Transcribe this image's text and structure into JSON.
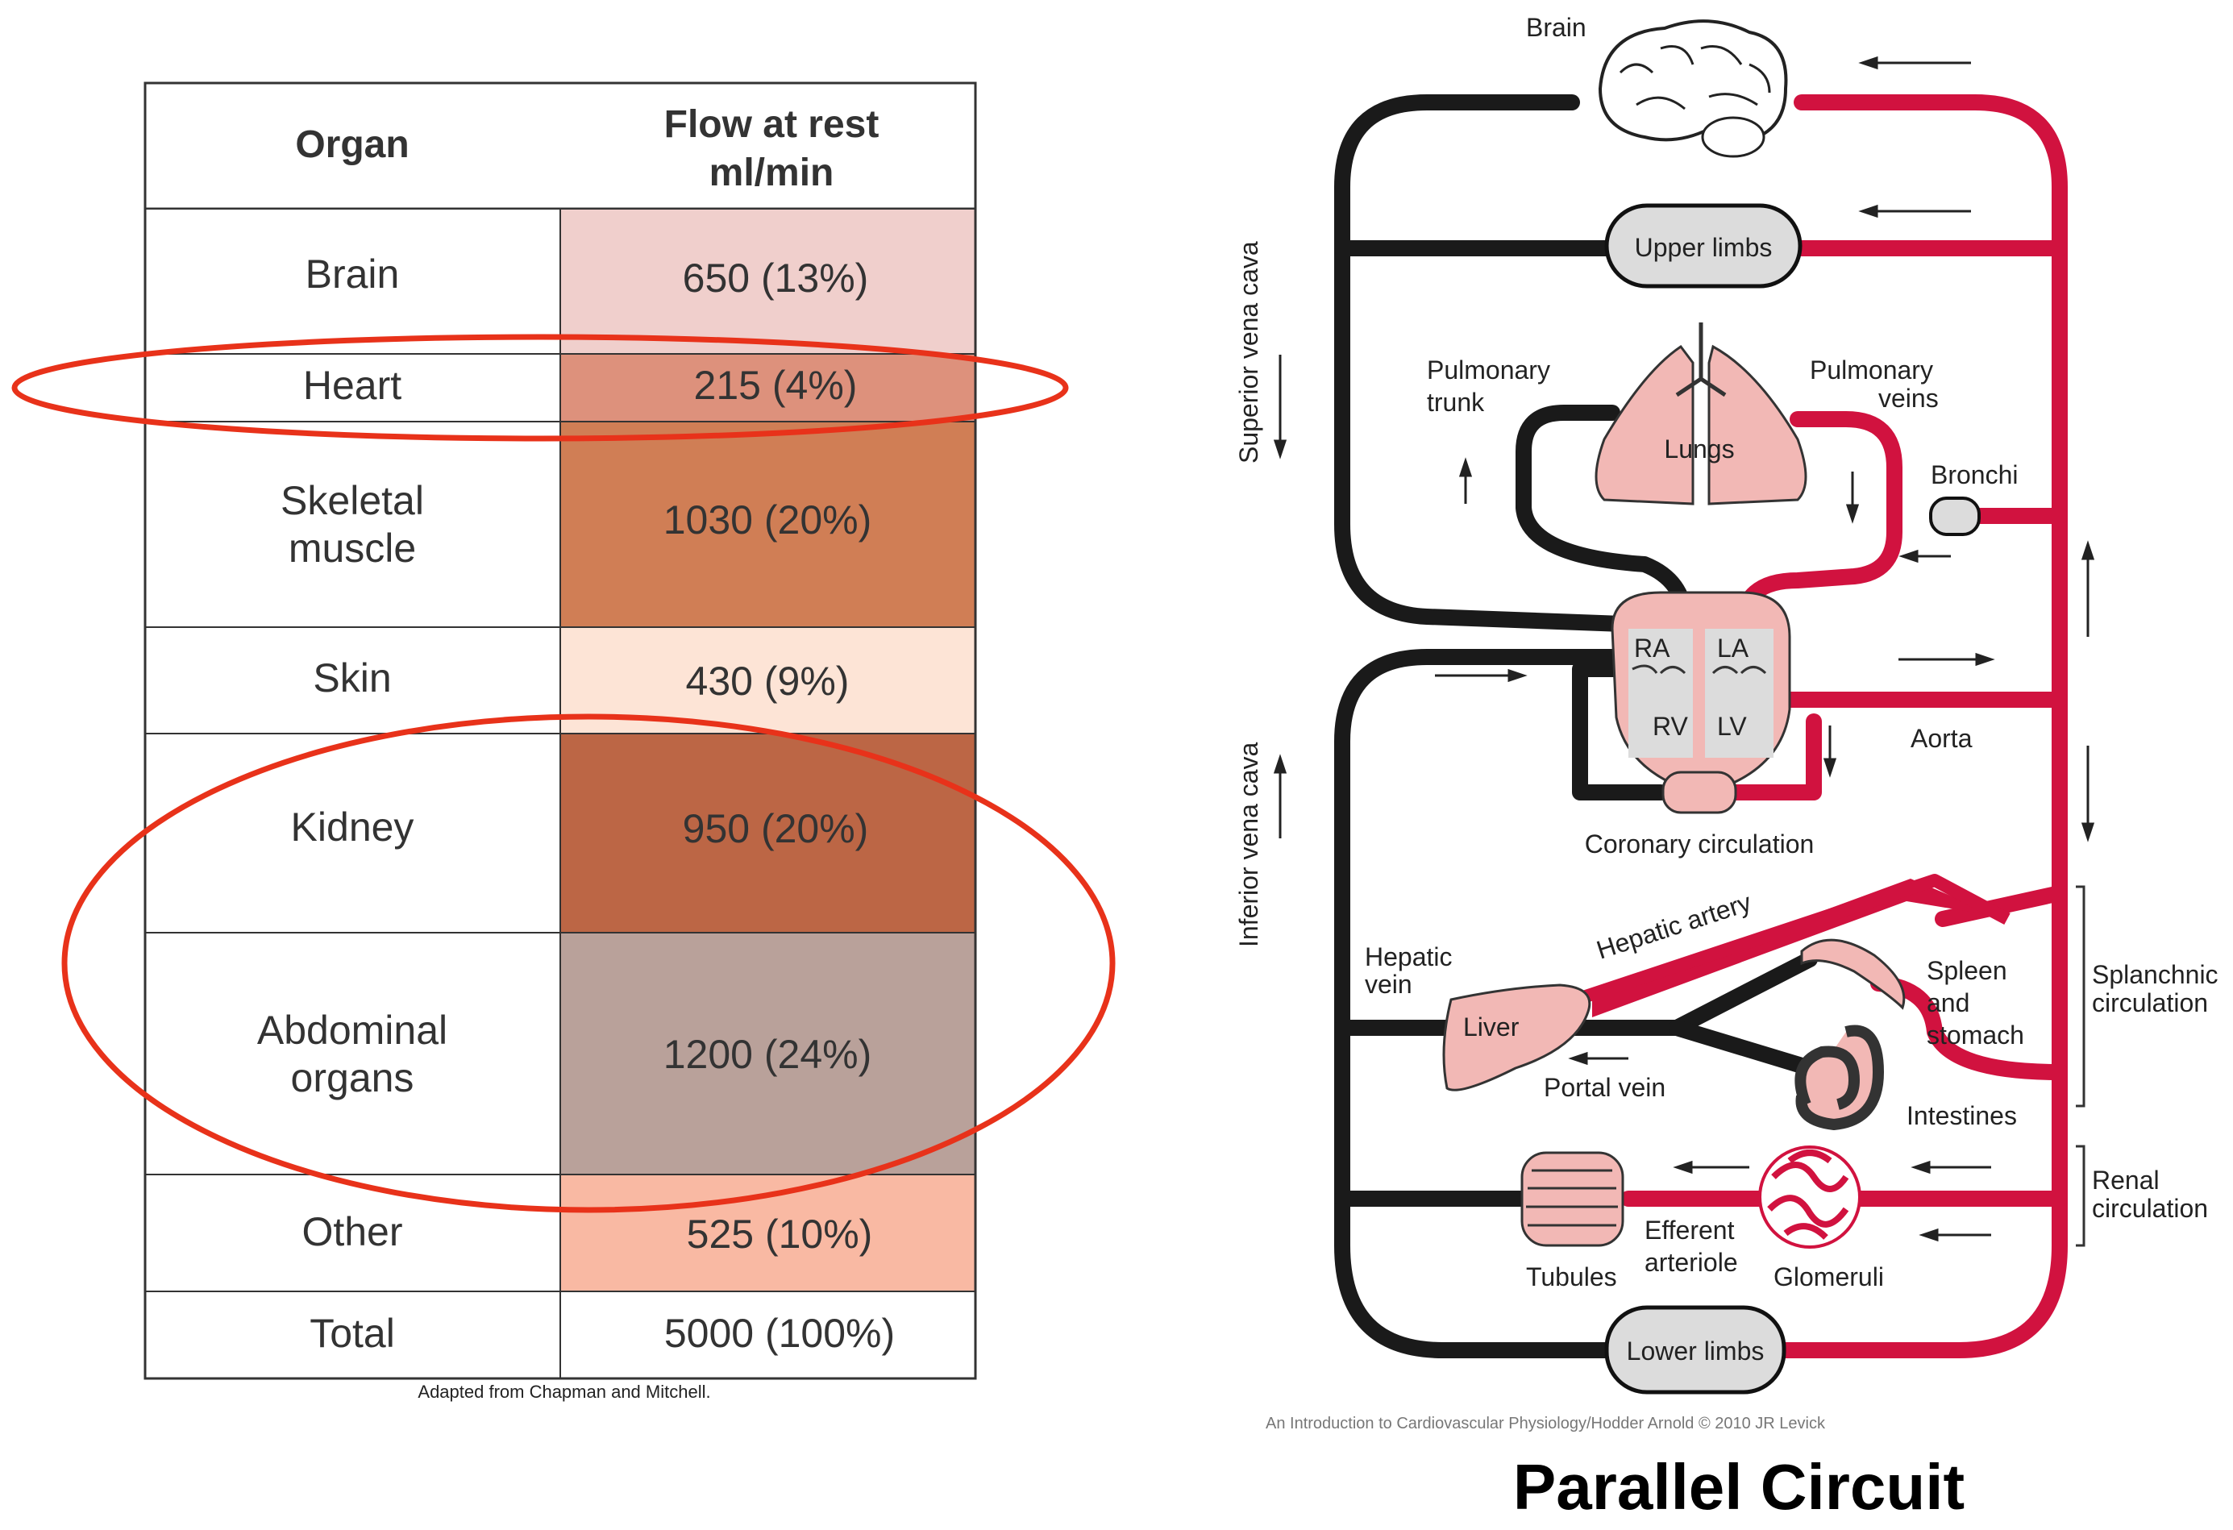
{
  "table": {
    "header": {
      "organ": "Organ",
      "flow_line1": "Flow at rest",
      "flow_line2": "ml/min"
    },
    "rows": [
      {
        "organ": [
          "Brain"
        ],
        "flow": "650 (13%)",
        "color": "#f0cfcc"
      },
      {
        "organ": [
          "Heart"
        ],
        "flow": "215 (4%)",
        "color": "#dd917c",
        "highlighted": true
      },
      {
        "organ": [
          "Skeletal",
          "muscle"
        ],
        "flow": "1030 (20%)",
        "color": "#d07e55"
      },
      {
        "organ": [
          "Skin"
        ],
        "flow": "430 (9%)",
        "color": "#fde4d6"
      },
      {
        "organ": [
          "Kidney"
        ],
        "flow": "950 (20%)",
        "color": "#bc6645",
        "highlighted": true
      },
      {
        "organ": [
          "Abdominal",
          "organs"
        ],
        "flow": "1200 (24%)",
        "color": "#b9a19a",
        "highlighted": true
      },
      {
        "organ": [
          "Other"
        ],
        "flow": "525 (10%)",
        "color": "#f9b9a3"
      }
    ],
    "total": {
      "organ": "Total",
      "flow": "5000 (100%)"
    },
    "source": "Adapted from Chapman and Mitchell."
  },
  "diagram": {
    "labels": {
      "brain": "Brain",
      "upper_limbs": "Upper limbs",
      "superior_vena_cava": "Superior vena cava",
      "inferior_vena_cava": "Inferior vena cava",
      "pulmonary_trunk_1": "Pulmonary",
      "pulmonary_trunk_2": "trunk",
      "pulmonary_veins_1": "Pulmonary",
      "pulmonary_veins_2": "veins",
      "lungs": "Lungs",
      "bronchi": "Bronchi",
      "ra": "RA",
      "la": "LA",
      "rv": "RV",
      "lv": "LV",
      "aorta": "Aorta",
      "coronary": "Coronary circulation",
      "hepatic_artery": "Hepatic artery",
      "hepatic_vein_1": "Hepatic",
      "hepatic_vein_2": "vein",
      "liver": "Liver",
      "portal_vein": "Portal vein",
      "spleen_1": "Spleen",
      "spleen_2": "and",
      "spleen_3": "stomach",
      "intestines": "Intestines",
      "splanchnic_1": "Splanchnic",
      "splanchnic_2": "circulation",
      "renal_1": "Renal",
      "renal_2": "circulation",
      "efferent_1": "Efferent",
      "efferent_2": "arteriole",
      "tubules": "Tubules",
      "glomeruli": "Glomeruli",
      "lower_limbs": "Lower limbs"
    },
    "credit": "An Introduction to Cardiovascular Physiology/Hodder Arnold © 2010 JR Levick",
    "title": "Parallel Circuit",
    "colors": {
      "venous": "#1a1a1a",
      "arterial": "#d1123f",
      "organ": "#f2b8b5",
      "capsule": "#dcdcdc"
    }
  }
}
